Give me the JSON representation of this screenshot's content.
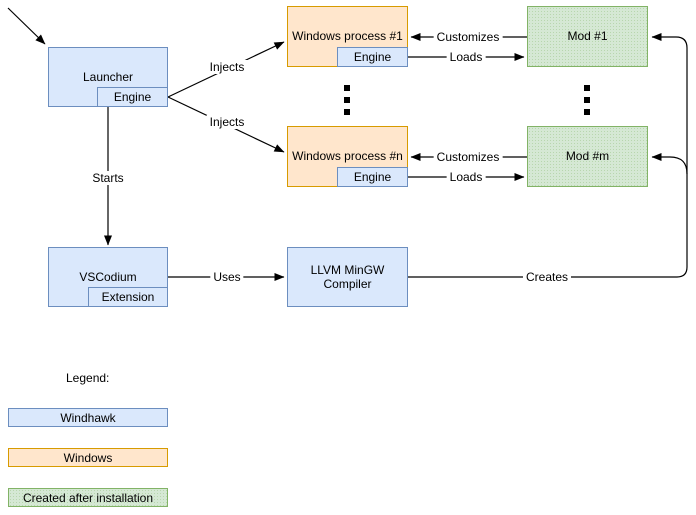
{
  "diagram": {
    "nodes": {
      "launcher": {
        "label": "Launcher",
        "sub_label": "Engine"
      },
      "process_1": {
        "label": "Windows process #1",
        "sub_label": "Engine"
      },
      "process_n": {
        "label": "Windows process #n",
        "sub_label": "Engine"
      },
      "mod_1": {
        "label": "Mod #1"
      },
      "mod_m": {
        "label": "Mod #m"
      },
      "vscodium": {
        "label": "VSCodium",
        "sub_label": "Extension"
      },
      "compiler": {
        "label": "LLVM MinGW Compiler"
      }
    },
    "edges": {
      "injects_1": "Injects",
      "injects_n": "Injects",
      "customizes_1": "Customizes",
      "customizes_n": "Customizes",
      "loads_1": "Loads",
      "loads_n": "Loads",
      "starts": "Starts",
      "uses": "Uses",
      "creates": "Creates"
    },
    "legend": {
      "title": "Legend:",
      "items": [
        {
          "label": "Windhawk",
          "fill": "#dae8fc",
          "stroke": "#6c8ebf"
        },
        {
          "label": "Windows",
          "fill": "#ffe6cc",
          "stroke": "#d79b00"
        },
        {
          "label": "Created after installation",
          "fill": "#d5e8d4",
          "stroke": "#82b366"
        }
      ]
    },
    "colors": {
      "edge": "#000000",
      "background": "#ffffff",
      "windhawk_fill": "#dae8fc",
      "windhawk_stroke": "#6c8ebf",
      "windows_fill": "#ffe6cc",
      "windows_stroke": "#d79b00",
      "created_fill": "#d5e8d4",
      "created_stroke": "#82b366"
    },
    "icons": {
      "more_processes": "vertical-ellipsis-icon",
      "more_mods": "vertical-ellipsis-icon"
    }
  }
}
